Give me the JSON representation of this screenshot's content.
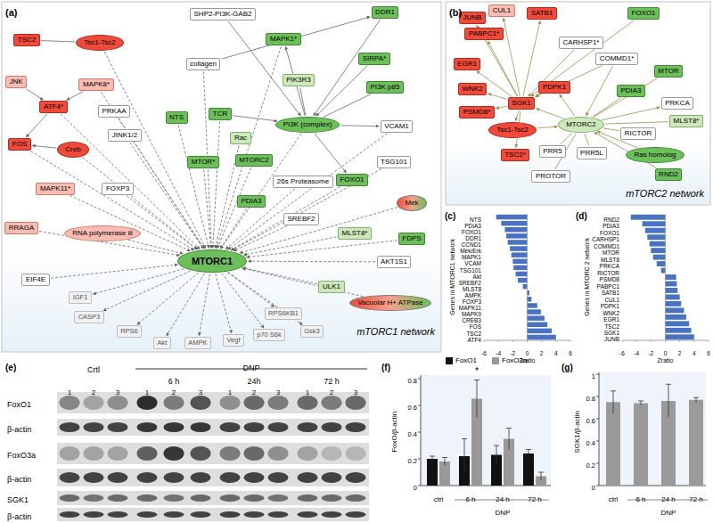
{
  "diagram": {
    "nodes": [
      {
        "text": [
          "TSC2"
        ]
      },
      {
        "text": [
          "Tsc1-Tsc2"
        ]
      },
      {
        "text": [
          "SHP2-PI3K-GAB2"
        ]
      },
      {
        "text": [
          "DDR1"
        ]
      },
      {
        "text": [
          "MAPK1*"
        ]
      },
      {
        "text": [
          "collagen"
        ]
      },
      {
        "text": [
          "SIRPA*"
        ]
      },
      {
        "text": [
          "PIK3R3"
        ]
      },
      {
        "text": [
          "PI3K p85"
        ]
      },
      {
        "text": [
          "JNK"
        ]
      },
      {
        "text": [
          "MAPK8*"
        ]
      },
      {
        "text": [
          "ATF4*"
        ]
      },
      {
        "text": [
          "PRKAA"
        ]
      },
      {
        "text": [
          "NTS"
        ]
      },
      {
        "text": [
          "TCR"
        ]
      },
      {
        "text": [
          "Rac"
        ]
      },
      {
        "text": [
          "PI3K (complex)"
        ]
      },
      {
        "text": [
          "VCAM1"
        ]
      },
      {
        "text": [
          "FOS"
        ]
      },
      {
        "text": [
          "Creb"
        ]
      },
      {
        "text": [
          "JINK1/2"
        ]
      },
      {
        "text": [
          "MTOR*"
        ]
      },
      {
        "text": [
          "MTORC2"
        ]
      },
      {
        "text": [
          "TSG101"
        ]
      },
      {
        "text": [
          "FOXO1"
        ]
      },
      {
        "text": [
          "MAPK11*"
        ]
      },
      {
        "text": [
          "FOXP3"
        ]
      },
      {
        "text": [
          "26s Proteasome"
        ]
      },
      {
        "text": [
          "PDIA3"
        ]
      },
      {
        "text": [
          "Mek"
        ]
      },
      {
        "text": [
          "SREBF2"
        ]
      },
      {
        "text": [
          "MLST8*"
        ]
      },
      {
        "text": [
          "RRAGA"
        ]
      },
      {
        "text": [
          "RNA polymerase iii"
        ]
      },
      {
        "text": [
          "FDPS"
        ]
      },
      {
        "text": [
          "MTORC1"
        ]
      },
      {
        "text": [
          "AKT1S1"
        ]
      },
      {
        "text": [
          "EIF4E"
        ]
      },
      {
        "text": [
          "ULK1"
        ]
      },
      {
        "text": [
          "Vacuolar H+ ATPase"
        ]
      },
      {
        "text": [
          "IGF1"
        ]
      },
      {
        "text": [
          "CASP3"
        ]
      },
      {
        "text": [
          "RPS6"
        ]
      },
      {
        "text": [
          "Akt"
        ]
      },
      {
        "text": [
          "AMPK"
        ]
      },
      {
        "text": [
          "Vegf"
        ]
      },
      {
        "text": [
          "p70 S6k"
        ]
      },
      {
        "text": [
          "RPS6KB1"
        ]
      },
      {
        "text": [
          "Gsk3"
        ]
      },
      {
        "text": [
          "JUNB"
        ]
      },
      {
        "text": [
          "CUL1"
        ]
      },
      {
        "text": [
          "SATB1"
        ]
      },
      {
        "text": [
          "FOXO1"
        ]
      },
      {
        "text": [
          "PABPC1*"
        ]
      },
      {
        "text": [
          "CARHSP1*"
        ]
      },
      {
        "text": [
          "EGR1"
        ]
      },
      {
        "text": [
          "COMMD1*"
        ]
      },
      {
        "text": [
          "MTOR"
        ]
      },
      {
        "text": [
          "WNK2"
        ]
      },
      {
        "text": [
          "PDPK1"
        ]
      },
      {
        "text": [
          "PDIA3"
        ]
      },
      {
        "text": [
          "SGK1"
        ]
      },
      {
        "text": [
          "PRKCA"
        ]
      },
      {
        "text": [
          "PSMD8*"
        ]
      },
      {
        "text": [
          "MLST8*"
        ]
      },
      {
        "text": [
          "Tsc1-Tsc2"
        ]
      },
      {
        "text": [
          "MTORC2"
        ]
      },
      {
        "text": [
          "RICTOR"
        ]
      },
      {
        "text": [
          "Ras homolog"
        ]
      },
      {
        "text": [
          "TSC2*"
        ]
      },
      {
        "text": [
          "PRR5"
        ]
      },
      {
        "text": [
          "PRR5L"
        ]
      },
      {
        "text": [
          "RND2"
        ]
      },
      {
        "text": [
          "PROTOR"
        ]
      }
    ],
    "edges": [
      {
        "from": 1,
        "to": 35,
        "arrow": "to"
      },
      {
        "from": 11,
        "to": 35,
        "arrow": "to"
      },
      {
        "from": 18,
        "to": 35,
        "arrow": "to"
      },
      {
        "from": 19,
        "to": 35,
        "arrow": "to"
      },
      {
        "from": 10,
        "to": 35,
        "arrow": "to"
      },
      {
        "from": 12,
        "to": 35,
        "arrow": "to"
      },
      {
        "from": 20,
        "to": 35,
        "arrow": "to"
      },
      {
        "from": 25,
        "to": 35,
        "arrow": "to"
      },
      {
        "from": 26,
        "to": 35,
        "arrow": "to"
      },
      {
        "from": 32,
        "to": 35,
        "arrow": "to"
      },
      {
        "from": 33,
        "to": 35,
        "arrow": "to"
      },
      {
        "from": 37,
        "to": 35,
        "arrow": "to"
      },
      {
        "from": 13,
        "to": 35,
        "arrow": "to"
      },
      {
        "from": 14,
        "to": 35,
        "arrow": "to"
      },
      {
        "from": 15,
        "to": 35,
        "arrow": "to"
      },
      {
        "from": 16,
        "to": 35,
        "arrow": "to"
      },
      {
        "from": 21,
        "to": 35,
        "arrow": "to"
      },
      {
        "from": 22,
        "to": 35,
        "arrow": "to"
      },
      {
        "from": 27,
        "to": 35,
        "arrow": "to"
      },
      {
        "from": 28,
        "to": 35,
        "arrow": "to"
      },
      {
        "from": 30,
        "to": 35,
        "arrow": "to"
      },
      {
        "from": 31,
        "to": 35,
        "arrow": "to"
      },
      {
        "from": 24,
        "to": 35,
        "arrow": "to"
      },
      {
        "from": 23,
        "to": 35,
        "arrow": "to"
      },
      {
        "from": 17,
        "to": 35,
        "arrow": "to"
      },
      {
        "from": 29,
        "to": 35,
        "arrow": "to"
      },
      {
        "from": 34,
        "to": 35,
        "arrow": "to"
      },
      {
        "from": 36,
        "to": 35,
        "arrow": "to"
      },
      {
        "from": 38,
        "to": 35,
        "arrow": "to"
      },
      {
        "from": 39,
        "to": 35,
        "arrow": "to"
      },
      {
        "from": 5,
        "to": 35,
        "arrow": "to"
      },
      {
        "from": 4,
        "to": 35,
        "arrow": "to"
      },
      {
        "from": 35,
        "to": 40,
        "arrow": "to"
      },
      {
        "from": 35,
        "to": 41,
        "arrow": "to"
      },
      {
        "from": 35,
        "to": 42,
        "arrow": "to"
      },
      {
        "from": 35,
        "to": 43,
        "arrow": "to"
      },
      {
        "from": 35,
        "to": 44,
        "arrow": "to"
      },
      {
        "from": 35,
        "to": 45,
        "arrow": "to"
      },
      {
        "from": 35,
        "to": 46,
        "arrow": "to"
      },
      {
        "from": 35,
        "to": 47,
        "arrow": "to"
      },
      {
        "from": 35,
        "to": 48,
        "arrow": "to"
      },
      {
        "from": 0,
        "to": 1,
        "arrow": "none"
      },
      {
        "from": 9,
        "to": 11,
        "arrow": "to"
      },
      {
        "from": 10,
        "to": 11,
        "arrow": "to"
      },
      {
        "from": 11,
        "to": 18,
        "arrow": "to"
      },
      {
        "from": 19,
        "to": 18,
        "arrow": "to"
      },
      {
        "from": 2,
        "to": 16,
        "arrow": "to"
      },
      {
        "from": 3,
        "to": 16,
        "arrow": "to"
      },
      {
        "from": 5,
        "to": 3,
        "arrow": "to"
      },
      {
        "from": 16,
        "to": 7,
        "arrow": "none"
      },
      {
        "from": 16,
        "to": 8,
        "arrow": "none"
      },
      {
        "from": 16,
        "to": 4,
        "arrow": "to"
      },
      {
        "from": 6,
        "to": 16,
        "arrow": "to"
      },
      {
        "from": 14,
        "to": 16,
        "arrow": "to"
      },
      {
        "from": 16,
        "to": 24,
        "arrow": "to"
      },
      {
        "from": 16,
        "to": 17,
        "arrow": "to"
      },
      {
        "from": 61,
        "to": 49,
        "arrow": "to"
      },
      {
        "from": 61,
        "to": 50,
        "arrow": "to"
      },
      {
        "from": 61,
        "to": 51,
        "arrow": "to"
      },
      {
        "from": 61,
        "to": 53,
        "arrow": "to"
      },
      {
        "from": 61,
        "to": 55,
        "arrow": "to"
      },
      {
        "from": 61,
        "to": 58,
        "arrow": "to"
      },
      {
        "from": 61,
        "to": 63,
        "arrow": "to"
      },
      {
        "from": 61,
        "to": 69,
        "arrow": "to"
      },
      {
        "from": 61,
        "to": 65,
        "arrow": "to"
      },
      {
        "from": 54,
        "to": 61,
        "arrow": "to"
      },
      {
        "from": 52,
        "to": 61,
        "arrow": "to"
      },
      {
        "from": 59,
        "to": 61,
        "arrow": "to"
      },
      {
        "from": 66,
        "to": 61,
        "arrow": "to"
      },
      {
        "from": 56,
        "to": 61,
        "arrow": "to"
      },
      {
        "from": 57,
        "to": 66,
        "arrow": "none"
      },
      {
        "from": 60,
        "to": 66,
        "arrow": "none"
      },
      {
        "from": 64,
        "to": 66,
        "arrow": "none"
      },
      {
        "from": 67,
        "to": 66,
        "arrow": "none"
      },
      {
        "from": 66,
        "to": 62,
        "arrow": "to"
      },
      {
        "from": 68,
        "to": 66,
        "arrow": "to"
      },
      {
        "from": 70,
        "to": 66,
        "arrow": "none"
      },
      {
        "from": 71,
        "to": 66,
        "arrow": "none"
      },
      {
        "from": 73,
        "to": 66,
        "arrow": "none"
      },
      {
        "from": 65,
        "to": 66,
        "arrow": "to"
      },
      {
        "from": 66,
        "to": 59,
        "arrow": "to"
      },
      {
        "from": 72,
        "to": 66,
        "arrow": "to"
      },
      {
        "from": 56,
        "to": 66,
        "arrow": "to"
      }
    ],
    "labels": [
      "(a)",
      "mTORC1 network",
      "(b)",
      "mTORC2 network",
      "(c)",
      "Genes in MTORC1 network",
      "Zratio",
      "-6",
      "-4",
      "-2",
      "0",
      "2",
      "4",
      "6",
      "NTS",
      "PDIA3",
      "FOXO1",
      "DDR1",
      "CCND1",
      "Mek/Erk",
      "MAPK1",
      "VCAM",
      "TSG101",
      "Akt",
      "SREBF2",
      "MLST8",
      "AMPK",
      "FOXP3",
      "MAPK11",
      "MAPK9",
      "CREB3",
      "FOS",
      "TSC2",
      "ATF4",
      "(d)",
      "Genes in MTORC 2 network",
      "Zratio",
      "-6",
      "-4",
      "-2",
      "0",
      "2",
      "4",
      "6",
      "RND2",
      "PDIA3",
      "FOXO1",
      "CARHSP1",
      "COMMD1",
      "MTOR",
      "MLST8",
      "PRKCA",
      "RICTOR",
      "PSMD8",
      "PABPC1",
      "SATB1",
      "CUL1",
      "PDPK1",
      "WNK2",
      "EGR1",
      "TSC2",
      "SGK1",
      "JUNB",
      "(e)",
      "Crtl",
      "DNP",
      "6 h",
      "24h",
      "72 h",
      "1",
      "2",
      "3",
      "1",
      "2",
      "3",
      "1",
      "2",
      "3",
      "1",
      "2",
      "3",
      "FoxO1",
      "β-actin",
      "FoxO3a",
      "β-actin",
      "SGK1",
      "β-actin",
      "(f)",
      "FoxO/β-actin",
      "0",
      "0.2",
      "0.4",
      "0.6",
      "0.8",
      "*",
      "ctrl",
      "6 h",
      "24 h",
      "72 h",
      "DNP",
      "(g)",
      "SGK1/β-actin",
      "0",
      "0.2",
      "0.4",
      "0.6",
      "0.8",
      "1",
      "ctrl",
      "6 h",
      "24 h",
      "72 h",
      "DNP"
    ],
    "legend": [
      {
        "text": "FoxO1",
        "color": "#111111"
      },
      {
        "text": "FoxO3a",
        "color": "#999999"
      }
    ]
  }
}
